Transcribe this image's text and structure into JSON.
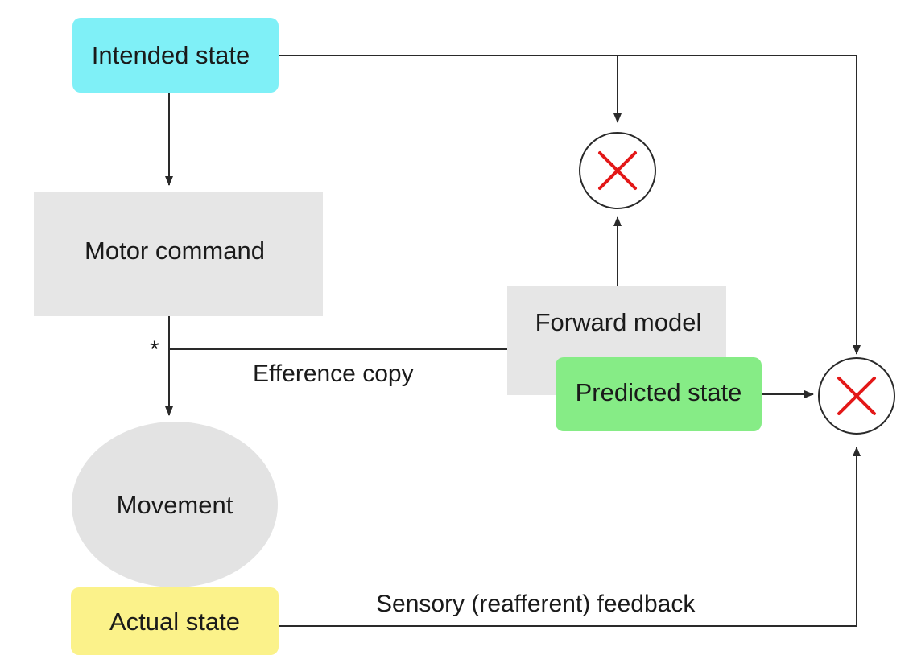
{
  "nodes": {
    "intended_state": {
      "label": "Intended state",
      "color": "#7ff0f7"
    },
    "motor_command": {
      "label": "Motor command",
      "color": "#e6e6e6"
    },
    "forward_model": {
      "label": "Forward model",
      "color": "#e6e6e6"
    },
    "predicted_state": {
      "label": "Predicted state",
      "color": "#86ec86"
    },
    "movement": {
      "label": "Movement",
      "color": "#e3e3e3"
    },
    "actual_state": {
      "label": "Actual state",
      "color": "#fbf28a"
    }
  },
  "comparators": {
    "count": 2,
    "cross_color": "#e31818"
  },
  "edges": {
    "efference_copy": "Efference copy",
    "sensory_feedback": "Sensory (reafferent) feedback",
    "branch_marker": "*"
  }
}
